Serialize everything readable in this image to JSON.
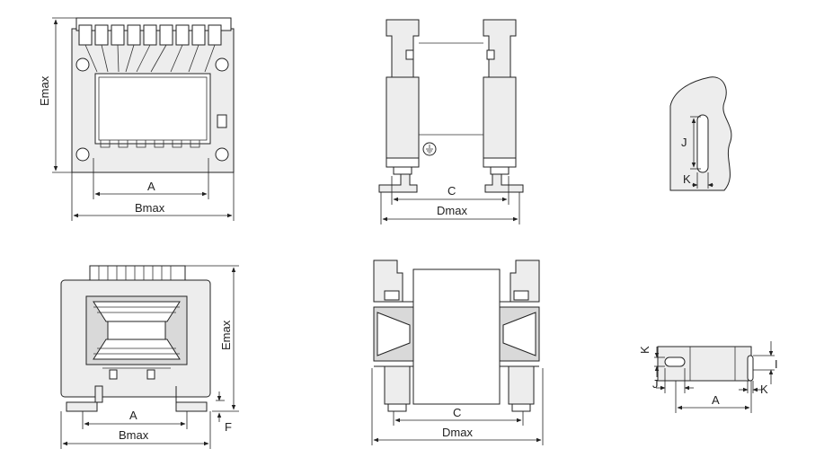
{
  "views": {
    "top_left": {
      "height_label": "Emax",
      "inner_width_label": "A",
      "outer_width_label": "Bmax"
    },
    "top_middle": {
      "inner_label": "C",
      "outer_label": "Dmax"
    },
    "top_right": {
      "slot_length_label": "J",
      "slot_width_label": "K"
    },
    "bottom_left": {
      "height_label": "Emax",
      "inner_width_label": "A",
      "outer_width_label": "Bmax",
      "foot_label": "F"
    },
    "bottom_middle": {
      "inner_label": "C",
      "outer_label": "Dmax"
    },
    "bottom_right": {
      "k_left_label": "K",
      "j_left_label": "J",
      "i_right_label": "I",
      "k_right_label": "K",
      "a_label": "A"
    }
  }
}
